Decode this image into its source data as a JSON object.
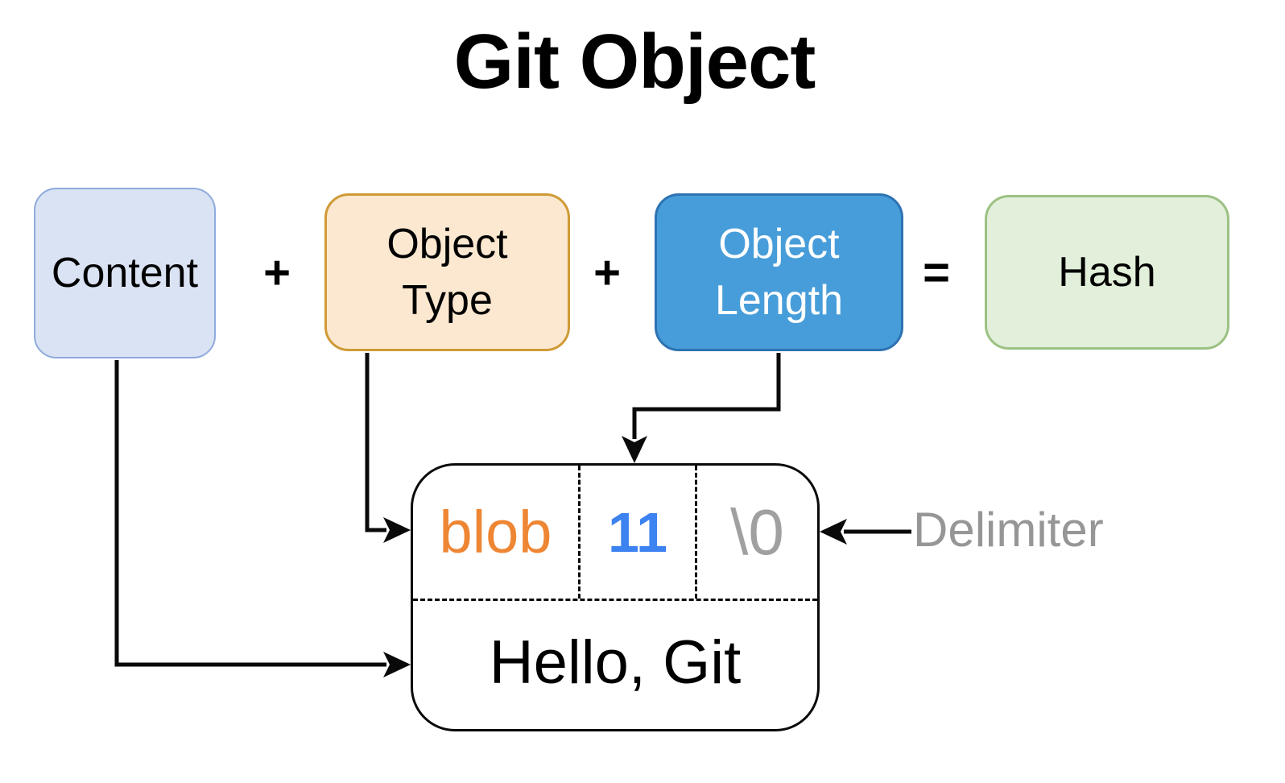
{
  "title": "Git Object",
  "equation": {
    "operands": [
      {
        "id": "content",
        "label": "Content",
        "label_lines": [
          "Content"
        ],
        "fill": "#dae3f3",
        "border": "#8faadc",
        "text_color": "#000000"
      },
      {
        "id": "object-type",
        "label": "Object Type",
        "label_lines": [
          "Object",
          "Type"
        ],
        "fill": "#fce8d0",
        "border": "#cf9a36",
        "text_color": "#000000"
      },
      {
        "id": "object-length",
        "label": "Object Length",
        "label_lines": [
          "Object",
          "Length"
        ],
        "fill": "#479dd9",
        "border": "#2d73b2",
        "text_color": "#ffffff"
      },
      {
        "id": "hash",
        "label": "Hash",
        "label_lines": [
          "Hash"
        ],
        "fill": "#e2efda",
        "border": "#9cc183",
        "text_color": "#000000"
      }
    ],
    "operators": {
      "plus1": "+",
      "plus2": "+",
      "equals": "="
    }
  },
  "object_structure": {
    "header_cells": [
      {
        "id": "type-value",
        "label": "blob",
        "color": "#ee8633"
      },
      {
        "id": "length-value",
        "label": "11",
        "color": "#3c82f1"
      },
      {
        "id": "null-delimiter",
        "label": "\\0",
        "color": "#a0a0a0"
      }
    ],
    "content_text": "Hello, Git"
  },
  "annotations": {
    "delimiter_label": "Delimiter",
    "delimiter_color": "#969696"
  },
  "line_color": "#0a0a0a"
}
